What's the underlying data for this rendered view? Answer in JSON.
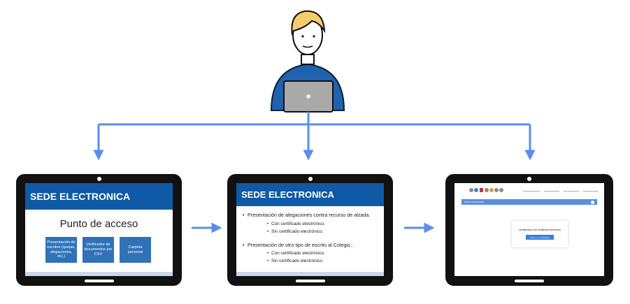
{
  "palette": {
    "arrow": "#5b8def",
    "primary": "#0f5aa6",
    "tile": "#2f72b8",
    "bezel": "#111111"
  },
  "screen1": {
    "header": "SEDE ELECTRONICA",
    "title": "Punto de acceso",
    "tiles": [
      "Presentación de escritos (quejas, alegaciones, etc.)",
      "Verificador de documentos por CSV",
      "Carpeta personal"
    ]
  },
  "screen2": {
    "header": "SEDE ELECTRONICA",
    "items": [
      {
        "text": "Presentación de alegaciones contra recurso de alzada.",
        "sub": [
          "Con certificado electrónico.",
          "Sin certificado electrónico."
        ]
      },
      {
        "text": "Presentación de otro tipo de escrito al Colegio..",
        "sub": [
          "Con certificado electrónico.",
          "Sin certificado electrónico."
        ]
      }
    ]
  },
  "screen3": {
    "bar_label": "PUNTO DE ACCESO",
    "card_title": "Identificación con certificado electrónico",
    "card_button": "entrar con certificado"
  }
}
